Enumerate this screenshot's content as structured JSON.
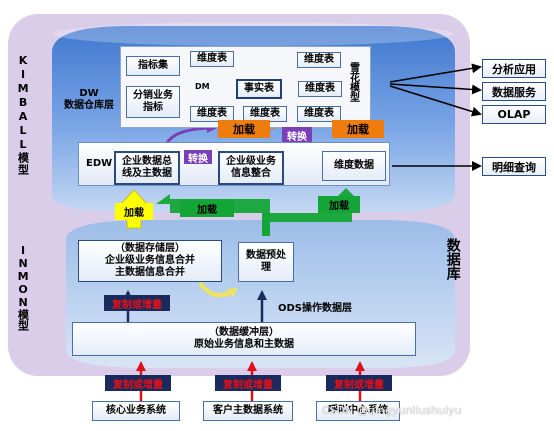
{
  "side_labels": {
    "kimball": "KIMBALL模型",
    "inmon": "INMON模型",
    "database": "数据库"
  },
  "dw": {
    "label": "DW\n数据仓库层",
    "dm_label": "DM",
    "snowflake": "雪花模型",
    "indicator_set": "指标集",
    "subject_indicator": "分销业务\n指标",
    "dim_tables": [
      "维度表",
      "维度表",
      "维度表",
      "维度表",
      "维度表",
      "维度表"
    ],
    "fact_table": "事实表"
  },
  "edw": {
    "label": "EDW",
    "master_data": "企业数据总\n线及主数据",
    "integration": "企业级业务\n信息整合",
    "dim_data": "维度数据",
    "convert1": "转换",
    "convert2": "转换"
  },
  "loads": {
    "load_orange1": "加载",
    "load_orange2": "加载",
    "load_yellow": "加载",
    "load_green1": "加载",
    "load_green2": "加载"
  },
  "ods": {
    "storage": "（数据存储层）\n企业级业务信息合并\n主数据信息合并",
    "preprocess": "数据预处\n理",
    "ods_label": "ODS操作数据层",
    "copy_inner": "复制或增量",
    "buffer": "（数据缓冲层）\n原始业务信息和主数据"
  },
  "sources": {
    "copy_labels": [
      "复制或增量",
      "复制或增量",
      "复制或增量"
    ],
    "systems": [
      "核心业务系统",
      "客户主数据系统",
      "呼叫中心系统"
    ]
  },
  "outputs": {
    "items": [
      "分析应用",
      "数据服务",
      "OLAP"
    ],
    "detail": "明细查询"
  },
  "watermark": "CSDN @qingyunliushuiyu",
  "colors": {
    "lavender": "#d9cdea",
    "cylinder_top": "#4f87d9",
    "cylinder_bottom": "#bcd2f0",
    "lower_cylinder": "#c8dbf3",
    "orange": "#ef7d0e",
    "purple": "#7b3fb8",
    "yellow": "#ffff00",
    "green": "#14a537",
    "red": "#e0101a",
    "navy": "#1b2a5c"
  }
}
